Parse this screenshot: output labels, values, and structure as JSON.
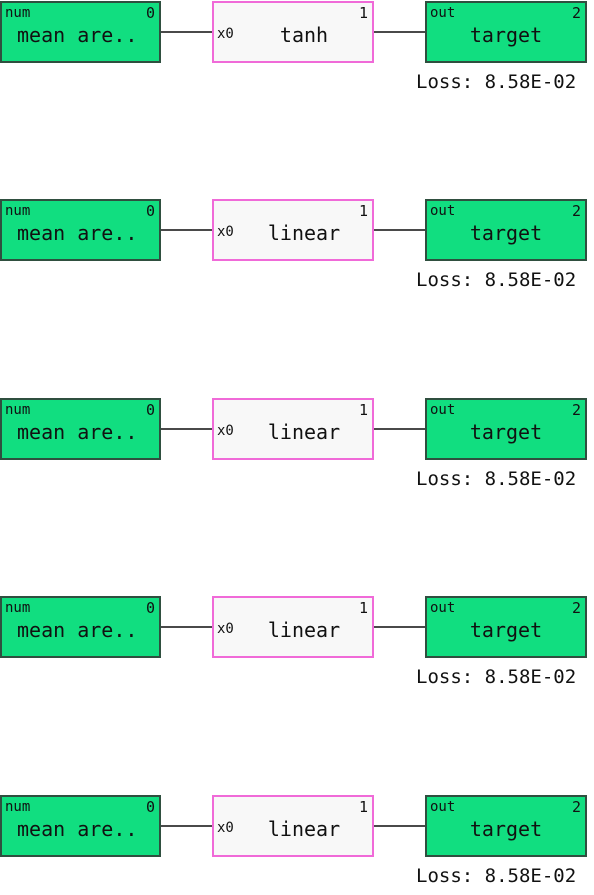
{
  "rows": [
    {
      "input": {
        "tag": "num",
        "index": "0",
        "label": "mean are.."
      },
      "function": {
        "param": "x0",
        "name": "tanh",
        "index": "1"
      },
      "output": {
        "tag": "out",
        "index": "2",
        "label": "target"
      },
      "loss": "Loss: 8.58E-02"
    },
    {
      "input": {
        "tag": "num",
        "index": "0",
        "label": "mean are.."
      },
      "function": {
        "param": "x0",
        "name": "linear",
        "index": "1"
      },
      "output": {
        "tag": "out",
        "index": "2",
        "label": "target"
      },
      "loss": "Loss: 8.58E-02"
    },
    {
      "input": {
        "tag": "num",
        "index": "0",
        "label": "mean are.."
      },
      "function": {
        "param": "x0",
        "name": "linear",
        "index": "1"
      },
      "output": {
        "tag": "out",
        "index": "2",
        "label": "target"
      },
      "loss": "Loss: 8.58E-02"
    },
    {
      "input": {
        "tag": "num",
        "index": "0",
        "label": "mean are.."
      },
      "function": {
        "param": "x0",
        "name": "linear",
        "index": "1"
      },
      "output": {
        "tag": "out",
        "index": "2",
        "label": "target"
      },
      "loss": "Loss: 8.58E-02"
    },
    {
      "input": {
        "tag": "num",
        "index": "0",
        "label": "mean are.."
      },
      "function": {
        "param": "x0",
        "name": "linear",
        "index": "1"
      },
      "output": {
        "tag": "out",
        "index": "2",
        "label": "target"
      },
      "loss": "Loss: 8.58E-02"
    }
  ],
  "colors": {
    "io_node_fill": "#11de80",
    "io_node_border": "#2f4f3f",
    "function_node_fill": "#f8f8f8",
    "function_node_border": "#f06ad8",
    "edge": "#4a4a4a"
  }
}
